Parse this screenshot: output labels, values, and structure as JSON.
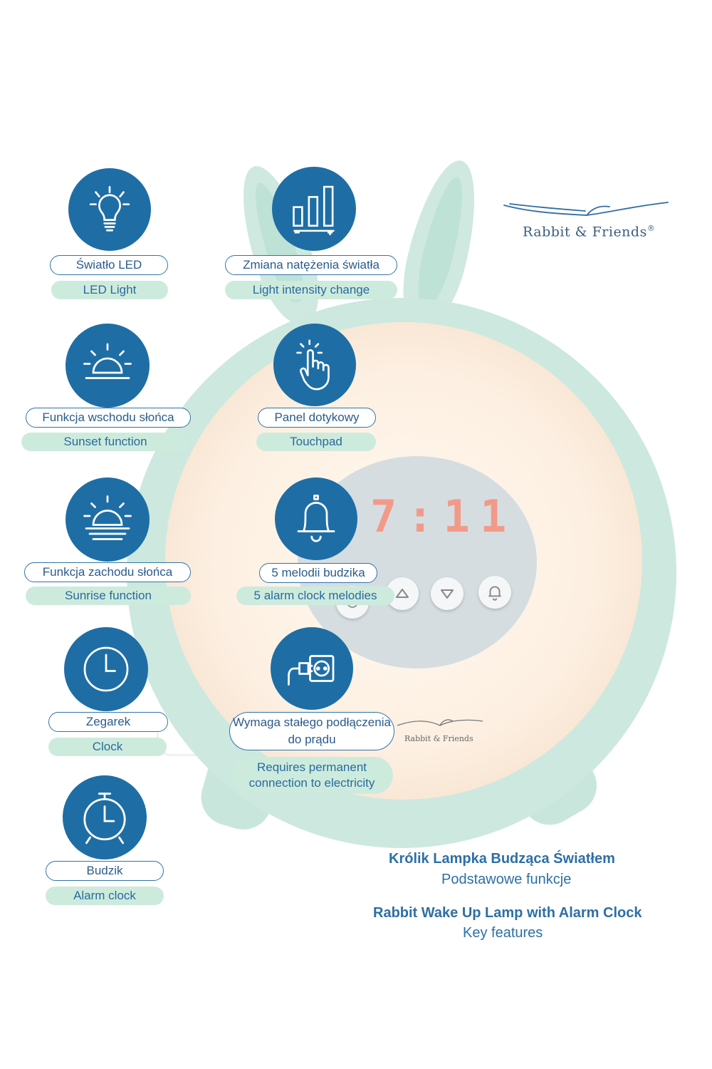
{
  "brand": {
    "name": "Rabbit & Friends",
    "reg": "®"
  },
  "device": {
    "time": "7:11",
    "logo": "Rabbit & Friends"
  },
  "features": [
    {
      "icon": "light-bulb-icon",
      "pl": "Światło LED",
      "en": "LED Light"
    },
    {
      "icon": "intensity-bars-icon",
      "pl": "Zmiana natężenia światła",
      "en": "Light intensity change"
    },
    {
      "icon": "sunrise-icon",
      "pl": "Funkcja wschodu słońca",
      "en": "Sunset function"
    },
    {
      "icon": "touch-hand-icon",
      "pl": "Panel dotykowy",
      "en": "Touchpad"
    },
    {
      "icon": "sunset-icon",
      "pl": "Funkcja zachodu słońca",
      "en": "Sunrise function"
    },
    {
      "icon": "bell-icon",
      "pl": "5 melodii budzika",
      "en": "5 alarm clock melodies"
    },
    {
      "icon": "clock-icon",
      "pl": "Zegarek",
      "en": "Clock"
    },
    {
      "icon": "power-socket-icon",
      "pl": "Wymaga stałego podłączenia do prądu",
      "en": "Requires permanent connection to electricity"
    },
    {
      "icon": "alarm-clock-icon",
      "pl": "Budzik",
      "en": "Alarm clock"
    }
  ],
  "caption": {
    "pl_title": "Królik Lampka Budząca Światłem",
    "pl_sub": "Podstawowe funkcje",
    "en_title": "Rabbit Wake Up Lamp with Alarm Clock",
    "en_sub": "Key features"
  },
  "colors": {
    "icon_bg": "#1e6ea5",
    "mint": "#cdebdd",
    "text_blue": "#2a5b8c",
    "digit_red": "#f29a8a"
  }
}
